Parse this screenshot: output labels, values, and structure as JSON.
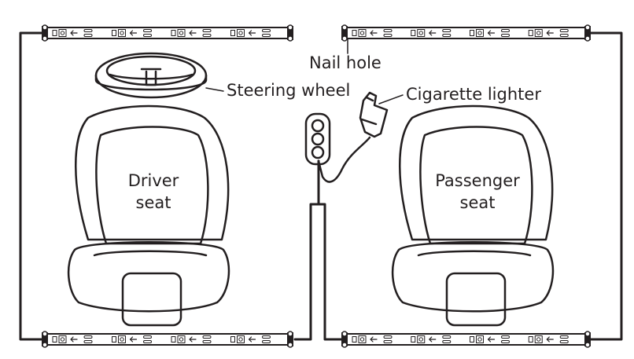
{
  "labels": {
    "nail_hole": "Nail hole",
    "steering_wheel": "Steering wheel",
    "cigarette_lighter": "Cigarette lighter",
    "driver_seat": [
      "Driver",
      "seat"
    ],
    "passenger_seat": [
      "Passenger",
      "seat"
    ]
  },
  "colors": {
    "line": "#231f20",
    "background": "#ffffff"
  }
}
